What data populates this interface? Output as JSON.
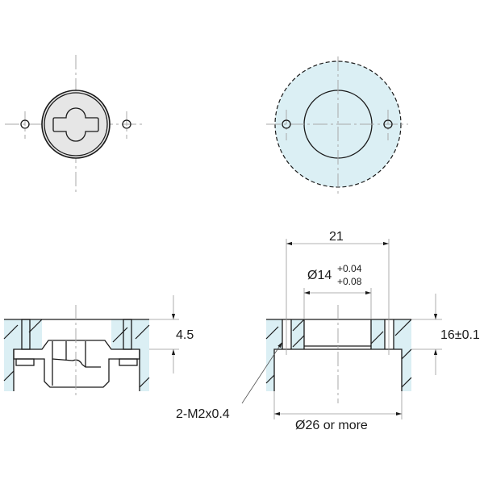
{
  "dimensions": {
    "width_21": "21",
    "bore_dia": "Ø14",
    "bore_tol_upper": "+0.04",
    "bore_tol_lower": "+0.08",
    "thickness": "16±0.1",
    "depth_left": "4.5",
    "thread_callout": "2-M2x0.4",
    "cavity_dia": "Ø26 or more"
  },
  "colors": {
    "panel_fill": "#dbeff4",
    "part_fill": "#e6e6e6",
    "line": "#1a1a1a"
  }
}
